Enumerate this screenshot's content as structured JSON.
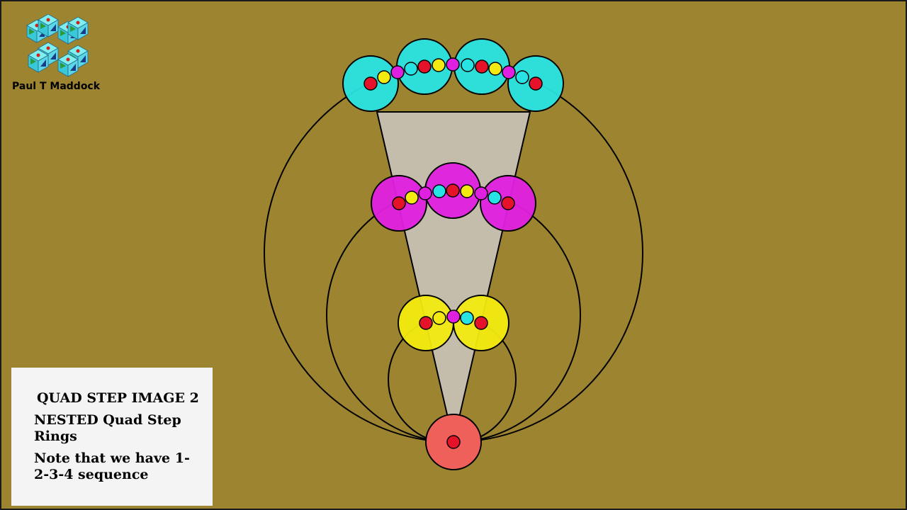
{
  "author": "Paul T Maddock",
  "info_box": {
    "title": "QUAD STEP IMAGE 2",
    "line1": "NESTED Quad Step Rings",
    "line2": "Note that we have 1-2-3-4 sequence"
  },
  "colors": {
    "background": "#9c8430",
    "cyan": "#28e3e3",
    "magenta": "#e020e0",
    "yellow": "#f2ea10",
    "red": "#e6122a",
    "salmon": "#f0605a",
    "wedge": "#c4bdac",
    "panel": "#f4f4f4"
  },
  "rings": [
    {
      "name": "ring-1",
      "circle_color": "red",
      "count": 1
    },
    {
      "name": "ring-2",
      "circle_color": "yellow",
      "count": 2
    },
    {
      "name": "ring-3",
      "circle_color": "magenta",
      "count": 3
    },
    {
      "name": "ring-4",
      "circle_color": "cyan",
      "count": 4
    }
  ]
}
